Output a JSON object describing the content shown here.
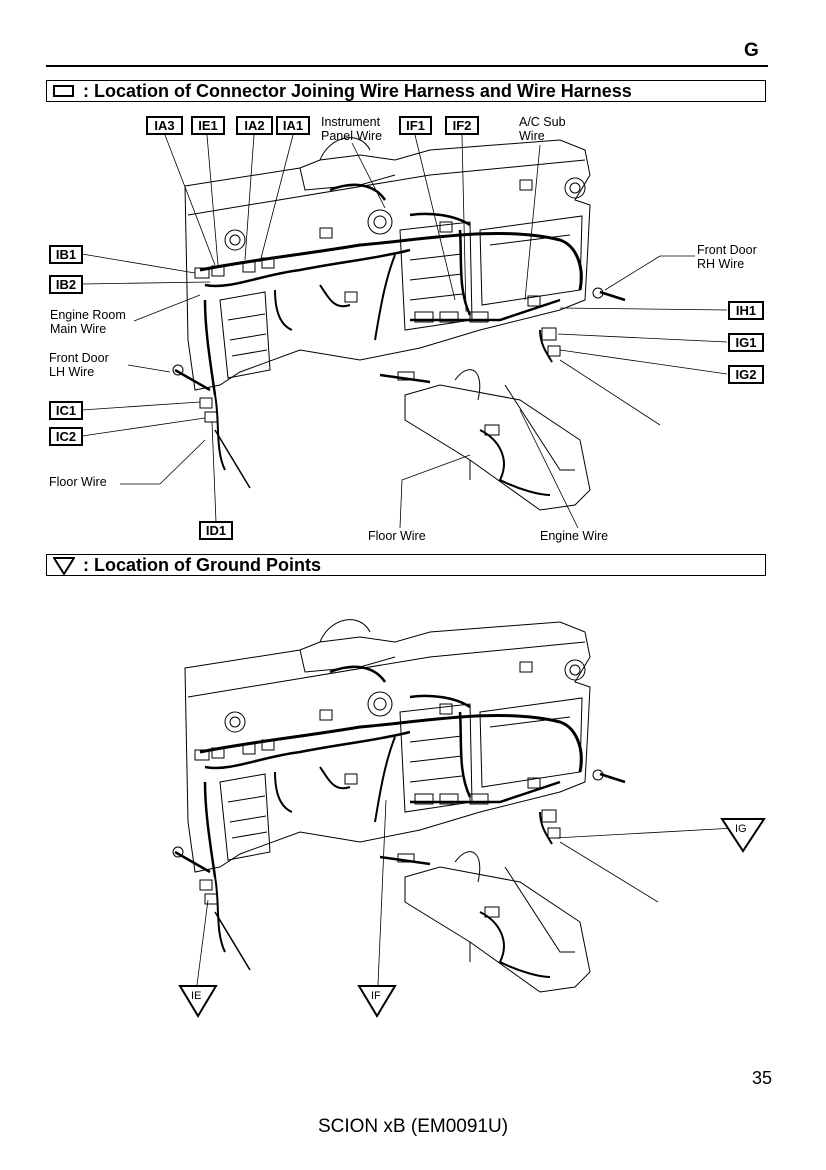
{
  "section_letter": "G",
  "section1_title": ": Location of Connector Joining Wire Harness and Wire Harness",
  "section2_title": ": Location of Ground Points",
  "connectors": {
    "ia3": "IA3",
    "ie1": "IE1",
    "ia2": "IA2",
    "ia1": "IA1",
    "if1": "IF1",
    "if2": "IF2",
    "ib1": "IB1",
    "ib2": "IB2",
    "ih1": "IH1",
    "ig1": "IG1",
    "ig2": "IG2",
    "ic1": "IC1",
    "ic2": "IC2",
    "id1": "ID1"
  },
  "labels": {
    "instrument_panel_wire": [
      "Instrument",
      "Panel Wire"
    ],
    "ac_sub_wire": [
      "A/C Sub",
      "Wire"
    ],
    "front_door_rh_wire": [
      "Front Door",
      "RH Wire"
    ],
    "engine_room_main_wire": [
      "Engine Room",
      "Main Wire"
    ],
    "front_door_lh_wire": [
      "Front Door",
      "LH Wire"
    ],
    "floor_wire_left": "Floor Wire",
    "floor_wire_bottom": "Floor Wire",
    "engine_wire": "Engine Wire"
  },
  "ground_points": {
    "ig": "IG",
    "ie": "IE",
    "if": "IF"
  },
  "page_number": "35",
  "footer": "SCION xB (EM0091U)"
}
